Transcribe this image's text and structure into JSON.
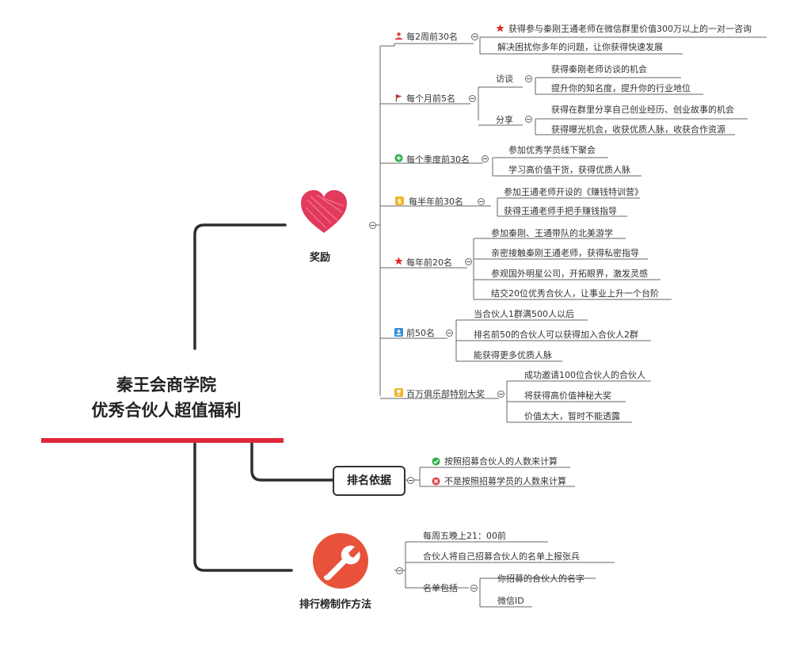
{
  "root": {
    "line1": "秦王会商学院",
    "line2": "优秀合伙人超值福利"
  },
  "main": {
    "rewards": "奖励",
    "ranking": "排名依据",
    "method": "排行榜制作方法"
  },
  "rewards": {
    "b1": {
      "label": "每2周前30名",
      "items": [
        "获得参与秦刚王通老师在微信群里价值300万以上的一对一咨询",
        "解决困扰你多年的问题，让你获得快速发展"
      ]
    },
    "b2": {
      "label": "每个月前5名",
      "interview": {
        "label": "访谈",
        "items": [
          "获得秦刚老师访谈的机会",
          "提升你的知名度，提升你的行业地位"
        ]
      },
      "share": {
        "label": "分享",
        "items": [
          "获得在群里分享自己创业经历、创业故事的机会",
          "获得曝光机会，收获优质人脉，收获合作资源"
        ]
      }
    },
    "b3": {
      "label": "每个季度前30名",
      "items": [
        "参加优秀学员线下聚会",
        "学习高价值干货，获得优质人脉"
      ]
    },
    "b4": {
      "label": "每半年前30名",
      "items": [
        "参加王通老师开设的《赚钱特训营》",
        "获得王通老师手把手赚钱指导"
      ]
    },
    "b5": {
      "label": "每年前20名",
      "items": [
        "参加秦刚、王通带队的北美游学",
        "亲密接触秦刚王通老师，获得私密指导",
        "参观国外明星公司，开拓眼界，激发灵感",
        "结交20位优秀合伙人，让事业上升一个台阶"
      ]
    },
    "b6": {
      "label": "前50名",
      "items": [
        "当合伙人1群满500人以后",
        "排名前50的合伙人可以获得加入合伙人2群",
        "能获得更多优质人脉"
      ]
    },
    "b7": {
      "label": "百万俱乐部特别大奖",
      "items": [
        "成功邀请100位合伙人的合伙人",
        "将获得高价值神秘大奖",
        "价值太大，暂时不能透露"
      ]
    }
  },
  "ranking": {
    "items": [
      "按照招募合伙人的人数来计算",
      "不是按照招募学员的人数来计算"
    ]
  },
  "method": {
    "items": [
      "每周五晚上21：00前",
      "合伙人将自己招募合伙人的名单上报张兵"
    ],
    "list": {
      "label": "名单包括",
      "items": [
        "你招募的合伙人的名字",
        "微信ID"
      ]
    }
  },
  "colors": {
    "accent": "#e0283b",
    "heart": "#e23a5c",
    "wrench": "#e8523a",
    "check": "#2bb04a",
    "cross": "#e04848"
  },
  "icons": [
    "person-icon",
    "flag-icon",
    "plus-circle-icon",
    "dollar-icon",
    "star-icon",
    "badge-icon",
    "trophy-icon",
    "heart-icon",
    "wrench-icon",
    "check-icon",
    "cross-icon"
  ]
}
